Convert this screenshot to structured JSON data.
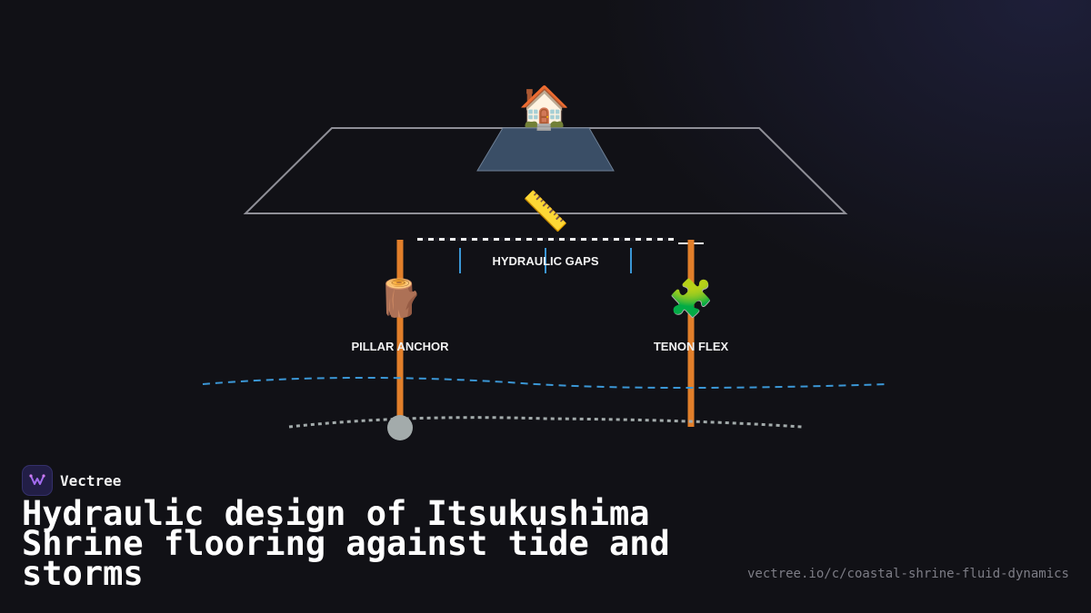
{
  "brand": {
    "name": "Vectree"
  },
  "title": "Hydraulic design of Itsukushima Shrine flooring against tide and storms",
  "url": "vectree.io/c/coastal-shrine-fluid-dynamics",
  "diagram": {
    "icons": {
      "house": "🏠",
      "ruler": "📏",
      "log": "🪵",
      "puzzle": "🧩"
    },
    "labels": {
      "gaps": "HYDRAULIC GAPS",
      "pillar": "PILLAR ANCHOR",
      "tenon": "TENON FLEX"
    }
  },
  "colors": {
    "background": "#111116",
    "pillar": "#e27f2a",
    "water": "#3b97d6",
    "ground": "#a3abab",
    "floor_fill": "#3a4e66",
    "platform_stroke": "#8f8f97",
    "brand_bg": "#221e46"
  }
}
